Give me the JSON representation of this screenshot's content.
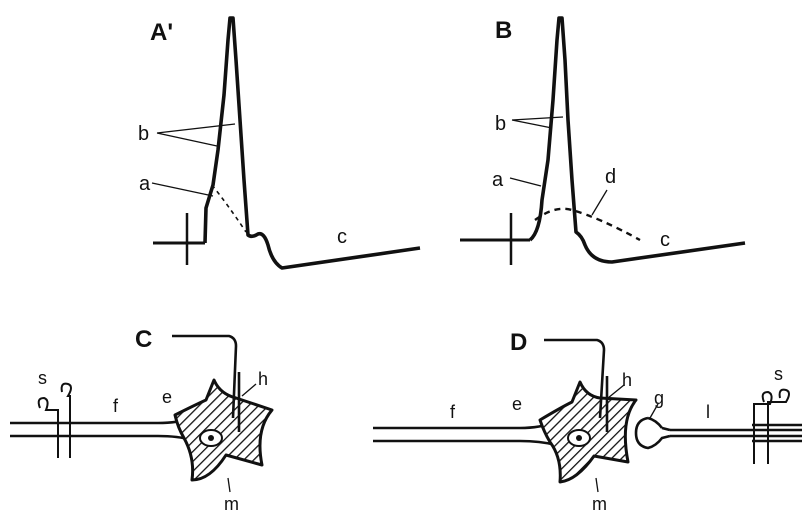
{
  "panels": {
    "A": "A'",
    "B": "B",
    "C": "C",
    "D": "D"
  },
  "labels": {
    "A": {
      "b": "b",
      "a": "a",
      "c": "c"
    },
    "B": {
      "b": "b",
      "a": "a",
      "d": "d",
      "c": "c"
    },
    "C": {
      "s": "s",
      "f": "f",
      "e": "e",
      "h": "h",
      "m": "m"
    },
    "D": {
      "f": "f",
      "e": "e",
      "h": "h",
      "g": "g",
      "l": "l",
      "s": "s",
      "m": "m"
    }
  },
  "colors": {
    "ink": "#111111",
    "background": "#ffffff"
  }
}
